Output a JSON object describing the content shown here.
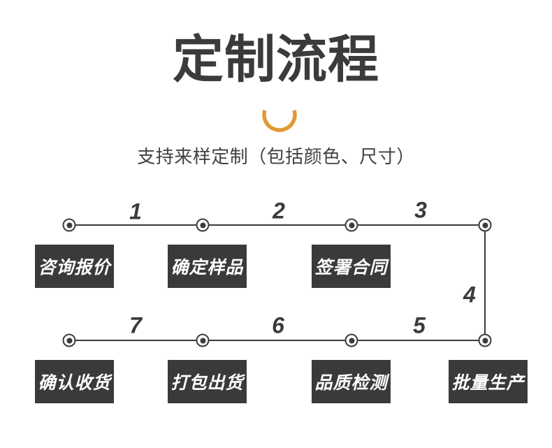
{
  "page": {
    "title": "定制流程",
    "subtitle": "支持来样定制（包括颜色、尺寸）",
    "accent_color": "#E19A33",
    "text_color": "#3b3b3b",
    "background_color": "#ffffff"
  },
  "flow": {
    "line_color": "#3b3b3b",
    "box_bg_color": "#3a3a3a",
    "box_text_color": "#ffffff",
    "top_row": {
      "segment_numbers": [
        "1",
        "2",
        "3"
      ],
      "boxes": [
        "咨询报价",
        "确定样品",
        "签署合同"
      ]
    },
    "right_segment_number": "4",
    "bottom_row": {
      "segment_numbers": [
        "7",
        "6",
        "5"
      ],
      "boxes": [
        "确认收货",
        "打包出货",
        "品质检测",
        "批量生产"
      ]
    }
  }
}
